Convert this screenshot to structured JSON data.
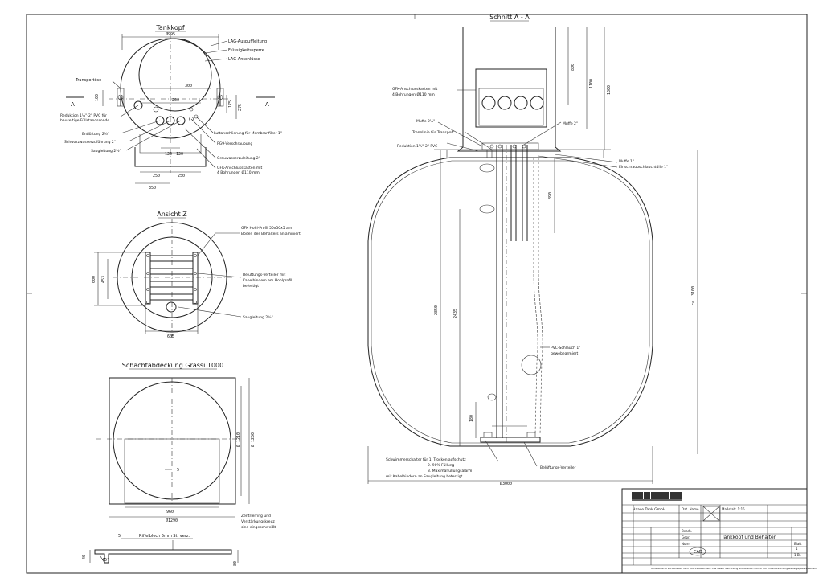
{
  "views": {
    "tankkopf": "Tankkopf",
    "ansicht_z": "Ansicht Z",
    "schacht": "Schachtabdeckung Grassi 1000",
    "schnitt": "Schnitt A - A"
  },
  "section_mark": "A",
  "tankkopf": {
    "dims": {
      "d995": "Ø995",
      "d300": "300",
      "d200": "200",
      "d100": "100",
      "d175": "175",
      "d275": "275",
      "d120a": "120",
      "d120b": "120",
      "d250a": "250",
      "d250b": "250",
      "d350": "350"
    },
    "labels": {
      "lag_ausp": "LAG-Auspuffleitung",
      "fluessig": "Flüssigkeitssperre",
      "lag_ansch": "LAG-Anschlüsse",
      "trans": "Transportöse",
      "red1": "Reduktion 1½\"-2\" PVC für",
      "red2": "bauseitige Füllstandssonde",
      "entl": "Entlüftung 2½\"",
      "schwarz": "Schwarzwasserzuführung 2\"",
      "saug": "Saugleitung 2½\"",
      "luft": "Luftanschlierung für Membranfilter 1\"",
      "pg9": "PG9-Verschraubung",
      "grau": "Grauwasserzuleitung 2\"",
      "gfk1": "GFK-Anschlusskasten mit",
      "gfk2": "4 Bohrungen Ø110 mm"
    }
  },
  "ansicht_z": {
    "dims": {
      "d600": "600",
      "d453": "453",
      "d605": "605"
    },
    "labels": {
      "gfk1": "GFK Hohl-Profil 50x50x5 am",
      "gfk2": "Boden des Behälters anlaminiert",
      "bel1": "Belüftungs-Verteiler mit",
      "bel2": "Kabelbindern am Hohlprofil",
      "bel3": "befestigt",
      "saug": "Saugleitung 2½\""
    }
  },
  "schacht": {
    "dims": {
      "d1210": "Ø 1210",
      "d1250": "Ø 1250",
      "d960": "960",
      "d1290": "Ø1290",
      "d5": "5",
      "d5b": "5",
      "d40": "40",
      "d45": "45°",
      "d80": "80"
    },
    "labels": {
      "zentr1": "Zentrierring und",
      "zentr2": "Verstärkungskreuz",
      "zentr3": "sind eingeschweißt",
      "riffel": "Riffelblech 5mm St. verz."
    }
  },
  "schnitt": {
    "dims": {
      "d800": "800",
      "d1100": "1100",
      "d1300": "1300",
      "d890": "890",
      "d2850": "2850",
      "d2435": "2435",
      "d3100": "ca. 3100",
      "d180": "180",
      "d3000": "Ø3000"
    },
    "labels": {
      "gfk1": "GFK-Anschlusskasten mit",
      "gfk2": "4 Bohrungen Ø110 mm",
      "muffe2a": "Muffe 2½\"",
      "trenn": "Trennlinie für Transport",
      "red": "Reduktion 1½\"-2\" PVC",
      "muffe2": "Muffe 2\"",
      "muffe1": "Muffe 1\"",
      "einschraub": "Einschraubschlauchtülle 1\"",
      "pvc1": "PVC-Schlauch 1\"",
      "pvc2": "gewebearmiert",
      "schw1": "Schwimmerschalter für  1. Trockenlaufschutz",
      "schw2": "2. 90% Füllung",
      "schw3": "3. Maximalfüllungsalarm",
      "schw4": "mit Kabelbindern an Saugleitung befestigt",
      "belv": "Belüftungs-Verteiler"
    }
  },
  "titleblock": {
    "company": "Haase Tank GmbH",
    "title": "Tankkopf und Behälter",
    "cad": "CAD",
    "scale_label": "Maßstab: 1:15",
    "date_label": "Dat. Name",
    "drawn": "Bearb.",
    "checked": "Gepr.",
    "norm": "Norm",
    "sheet": "Blatt",
    "sheet_no": "1",
    "of": "1 Bl.",
    "footer": "Urheberrecht vorbehalten nach DIN 34 beachten - Die dieser Zeichnung enthaltenen dürfen nur mit Zustimmung weitergegeben werden"
  }
}
